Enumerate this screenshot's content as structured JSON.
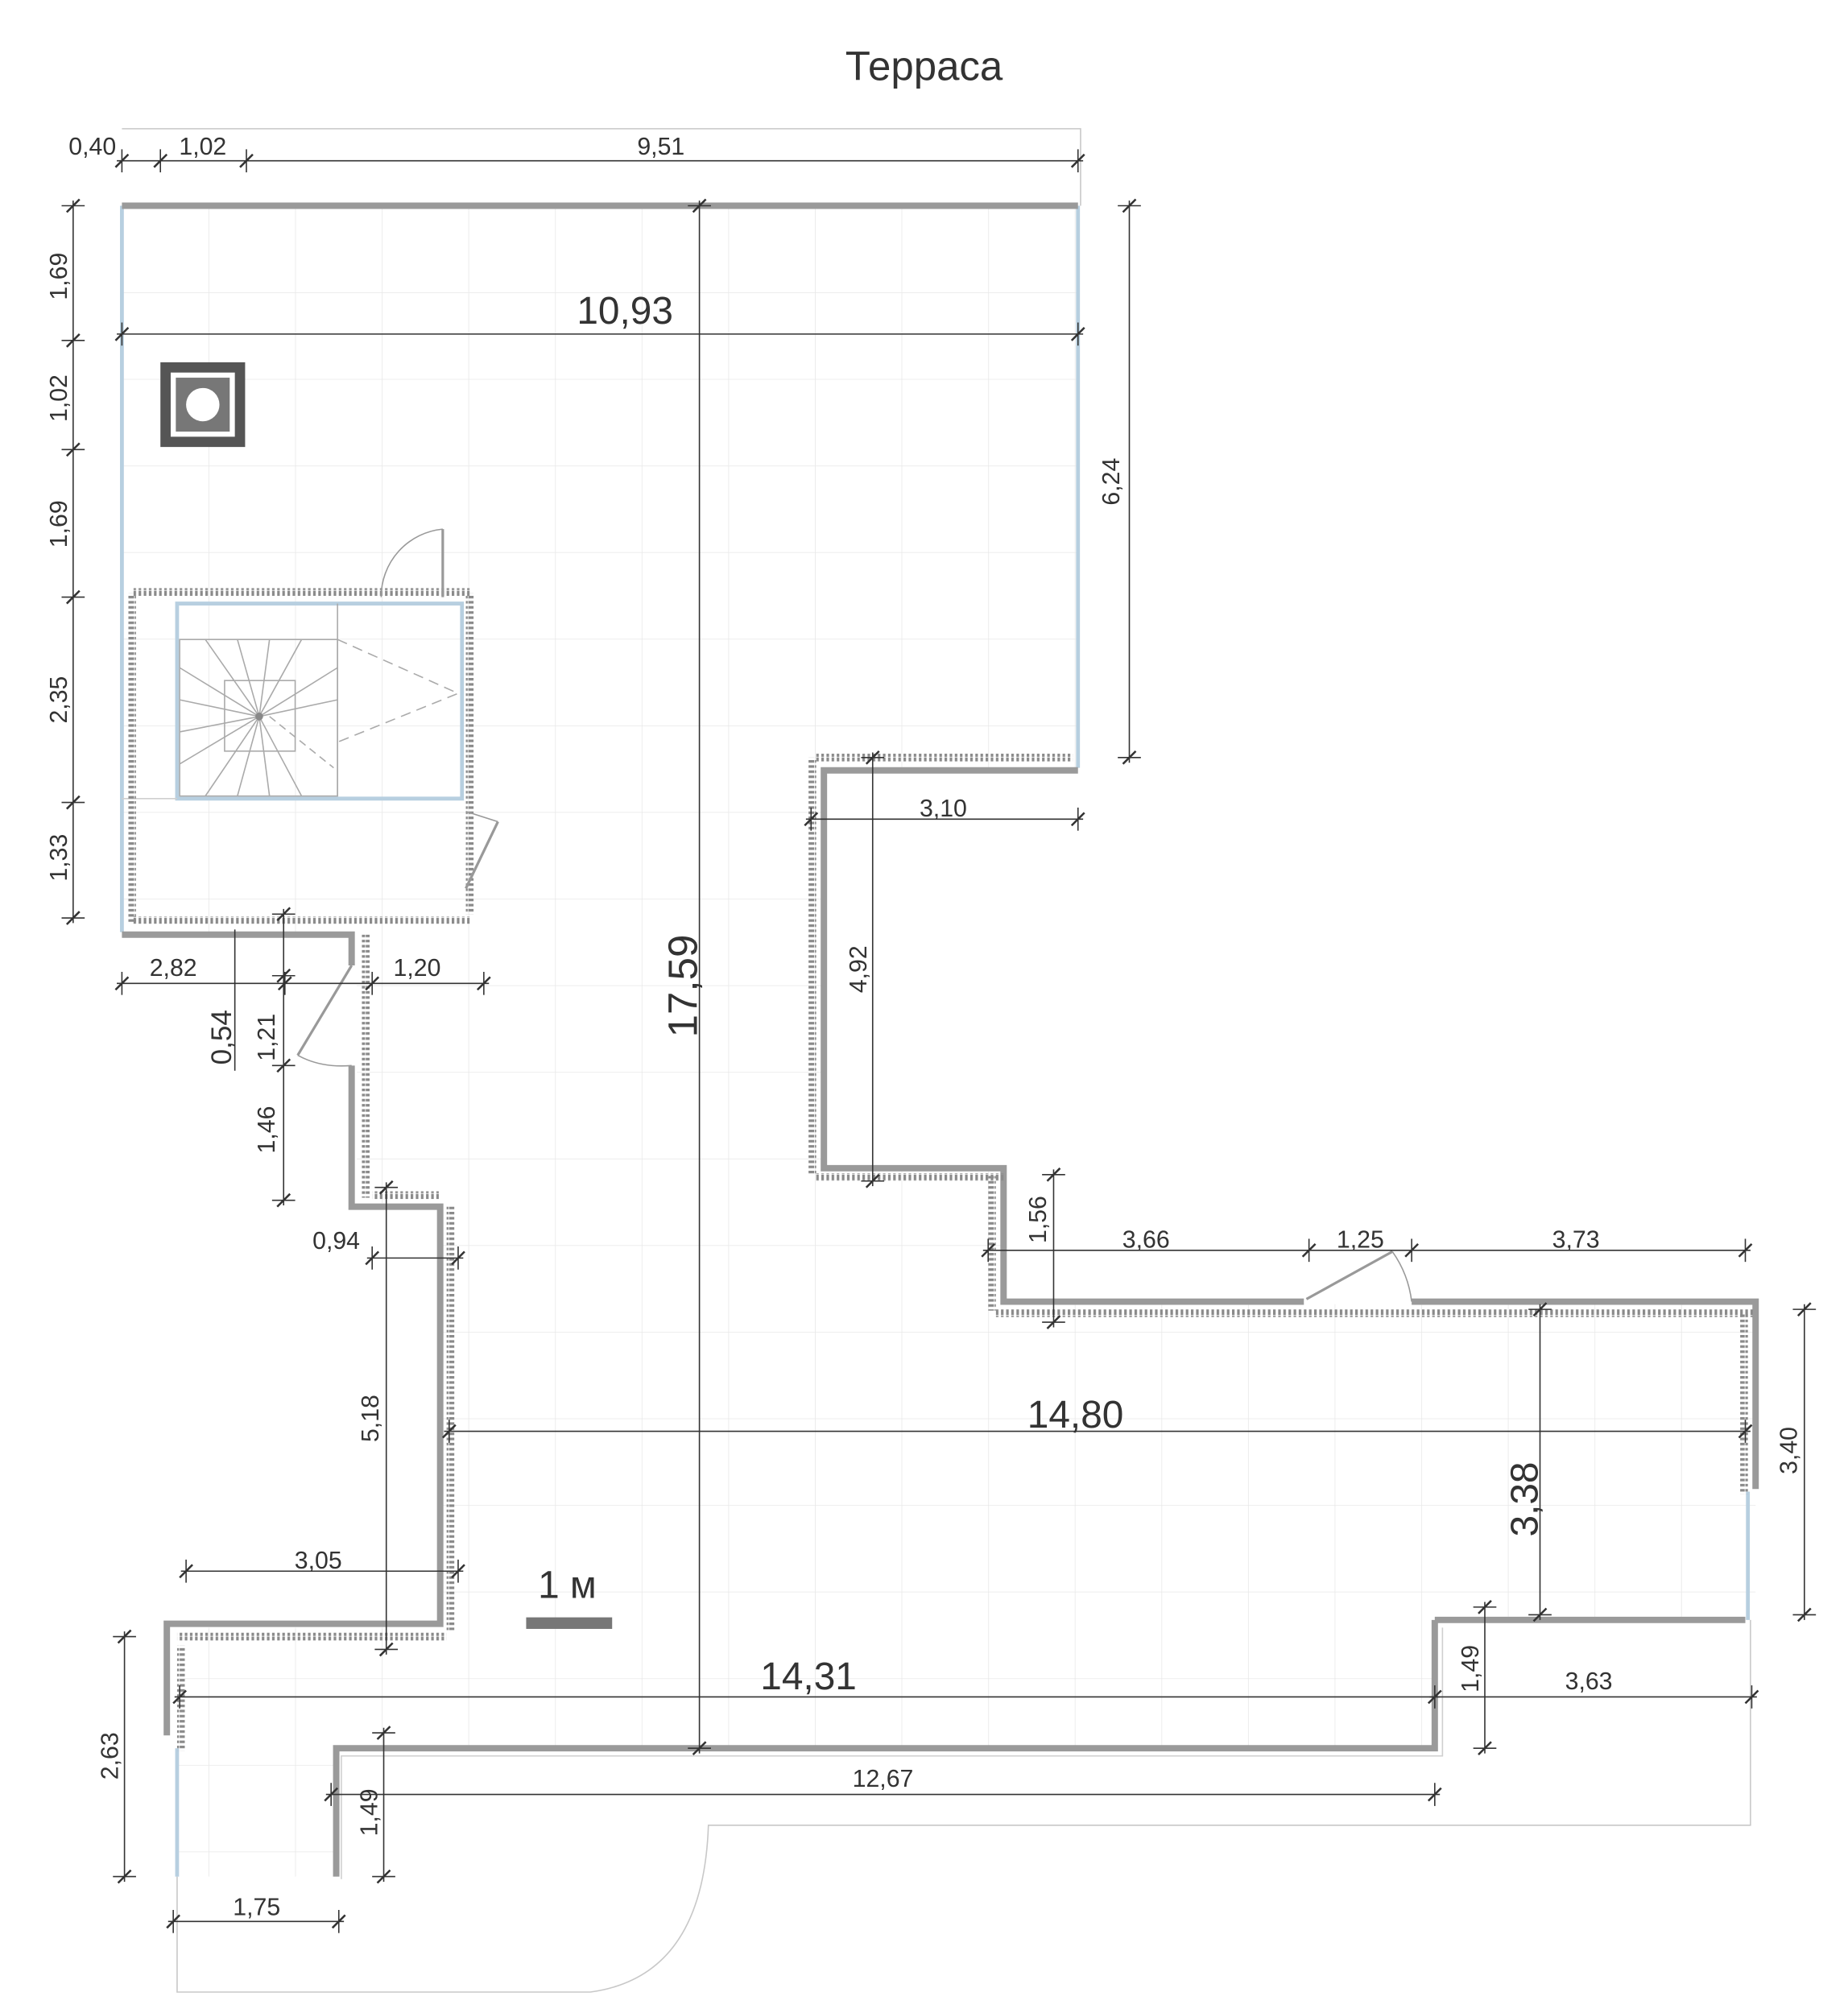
{
  "title": "Терраса",
  "scale_label": "1 м",
  "colors": {
    "wall": "#9a9a9a",
    "wall_dark": "#7a7a7a",
    "glass": "#b7cfe0",
    "grid": "#e6e6e6",
    "dim": "#333333",
    "hatch": "#8a8a8a"
  },
  "dims": {
    "top_a": "0,40",
    "top_b": "1,02",
    "top_c": "9,51",
    "width_main": "10,93",
    "left_a": "1,69",
    "left_b": "1,02",
    "left_c": "1,69",
    "left_d": "2,35",
    "left_e": "1,33",
    "right_main": "6,24",
    "total_height": "17,59",
    "notch_w": "3,10",
    "notch_h": "4,92",
    "corr_a": "2,82",
    "corr_b": "1,20",
    "corr_c": "0,54",
    "corr_d": "1,21",
    "corr_e": "1,46",
    "corr_f": "0,94",
    "corr_g": "5,18",
    "corr_h": "3,05",
    "step_h": "1,56",
    "east_a": "3,66",
    "east_b": "1,25",
    "east_c": "3,73",
    "width_east": "14,80",
    "east_h1": "3,38",
    "east_h2": "3,40",
    "bottom_w": "14,31",
    "bottom_h1": "1,49",
    "bottom_w2": "3,63",
    "left_h": "2,63",
    "bottom_w3": "12,67",
    "bottom_h2": "1,49",
    "bottom_w4": "1,75"
  }
}
